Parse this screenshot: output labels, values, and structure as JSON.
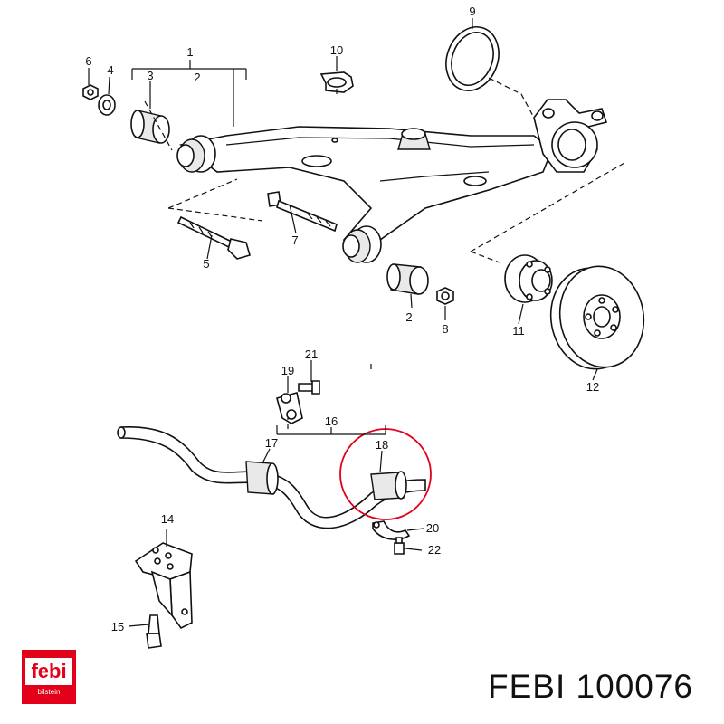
{
  "labels": [
    "1",
    "2",
    "2",
    "3",
    "4",
    "5",
    "6",
    "7",
    "8",
    "9",
    "10",
    "11",
    "12",
    "14",
    "15",
    "16",
    "17",
    "18",
    "19",
    "20",
    "21",
    "22"
  ],
  "brand": {
    "logo_text": "febi",
    "logo_sub": "bilstein",
    "color": "#e2001a"
  },
  "caption": "FEBI 100076",
  "highlight": {
    "part": "18",
    "color": "#e2001a"
  }
}
